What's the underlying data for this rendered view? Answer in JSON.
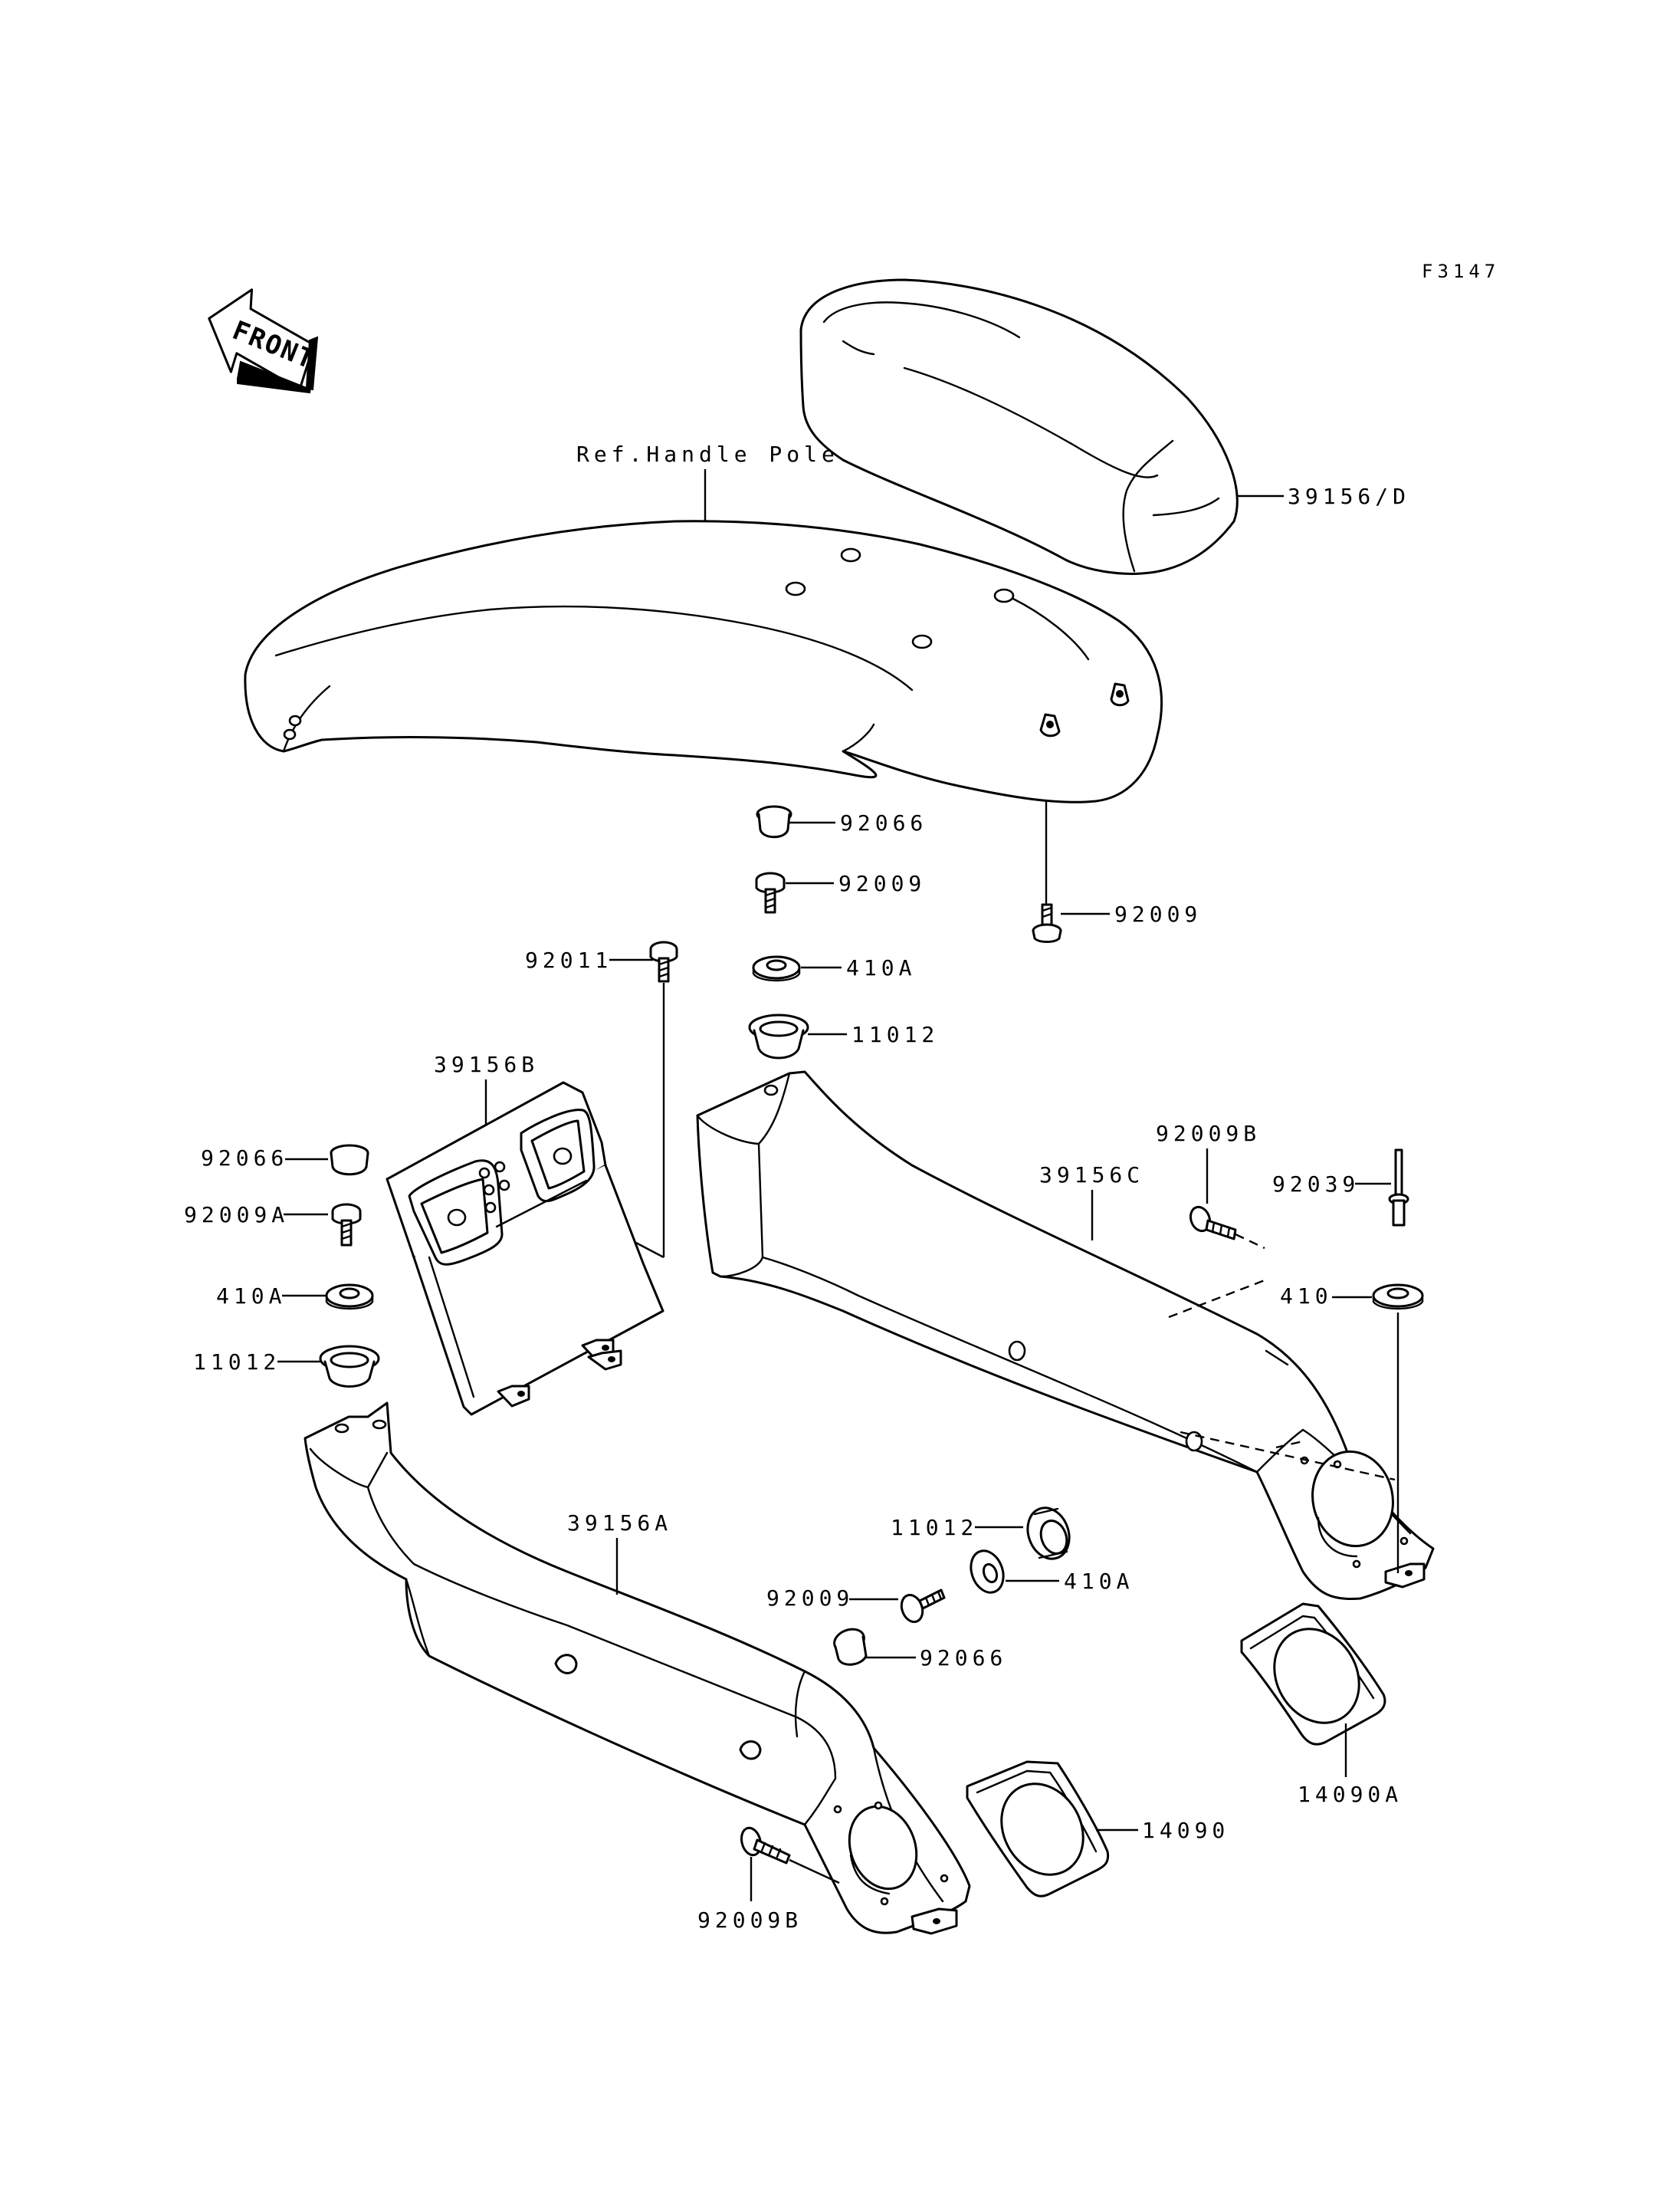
{
  "figure_code": "F3147",
  "front_label": "FRONT",
  "reference_label": "Ref.Handle Pole",
  "callouts": {
    "seat": "39156/D",
    "upper_92066": "92066",
    "upper_92009": "92009",
    "right_92009": "92009",
    "center_92011": "92011",
    "upper_410A": "410A",
    "upper_11012": "11012",
    "pad_39156B": "39156B",
    "left_92066": "92066",
    "left_92009A": "92009A",
    "left_410A": "410A",
    "left_11012": "11012",
    "right_92009B": "92009B",
    "right_92039": "92039",
    "pad_39156C": "39156C",
    "right_410": "410",
    "pad_39156A": "39156A",
    "lower_11012": "11012",
    "lower_410A": "410A",
    "lower_92009": "92009",
    "lower_92066": "92066",
    "bottom_92009B": "92009B",
    "trim_14090": "14090",
    "trim_14090A": "14090A"
  }
}
